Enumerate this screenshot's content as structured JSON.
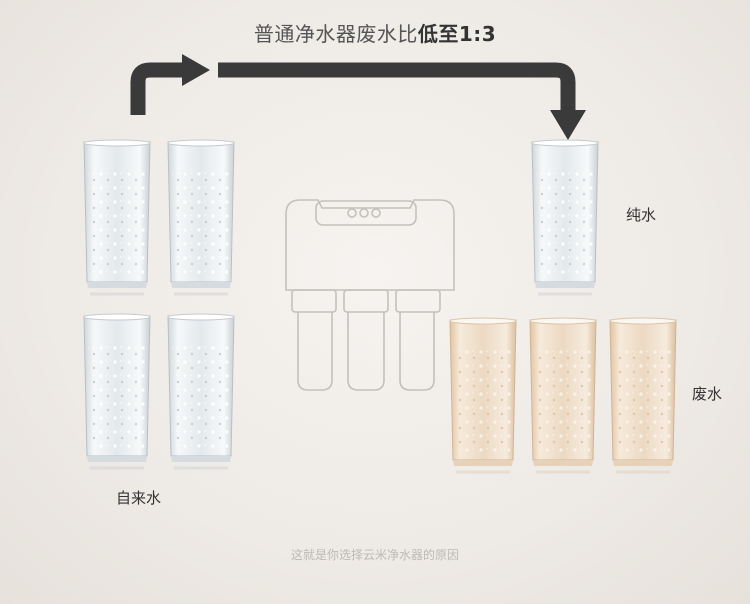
{
  "header": {
    "title_main": "普通净水器废水比",
    "title_emphasis": "低至1:3"
  },
  "labels": {
    "tap_water": "自来水",
    "pure_water": "纯水",
    "waste_water": "废水"
  },
  "footer": {
    "text": "这就是你选择云米净水器的原因"
  },
  "colors": {
    "arrow": "#3a3a3a",
    "clear_glass": "#e9eef1",
    "waste_glass": "#ecd9c3",
    "purifier_line": "#c4c0bc"
  }
}
